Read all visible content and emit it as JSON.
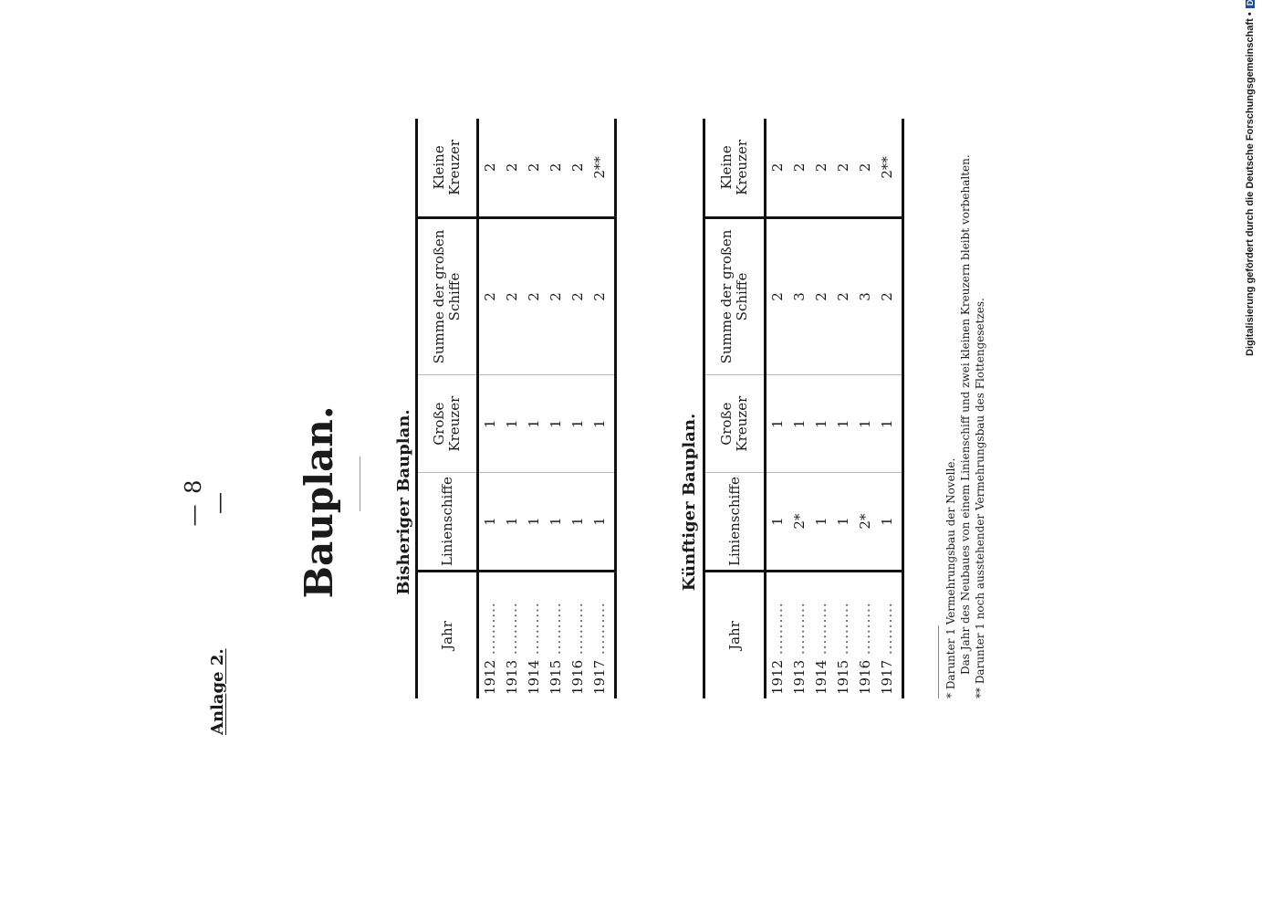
{
  "header": {
    "page_number": "— 8 —",
    "appendix_label": "Anlage 2."
  },
  "title": "Bauplan.",
  "columns": [
    "Jahr",
    "Linienschiffe",
    "Große Kreuzer",
    "Summe der großen Schiffe",
    "Kleine Kreuzer"
  ],
  "tables": [
    {
      "title": "Bisheriger Bauplan.",
      "rows": [
        {
          "year": "1912",
          "linienschiffe": "1",
          "grosse_kreuzer": "1",
          "summe": "2",
          "kleine_kreuzer": "2"
        },
        {
          "year": "1913",
          "linienschiffe": "1",
          "grosse_kreuzer": "1",
          "summe": "2",
          "kleine_kreuzer": "2"
        },
        {
          "year": "1914",
          "linienschiffe": "1",
          "grosse_kreuzer": "1",
          "summe": "2",
          "kleine_kreuzer": "2"
        },
        {
          "year": "1915",
          "linienschiffe": "1",
          "grosse_kreuzer": "1",
          "summe": "2",
          "kleine_kreuzer": "2"
        },
        {
          "year": "1916",
          "linienschiffe": "1",
          "grosse_kreuzer": "1",
          "summe": "2",
          "kleine_kreuzer": "2"
        },
        {
          "year": "1917",
          "linienschiffe": "1",
          "grosse_kreuzer": "1",
          "summe": "2",
          "kleine_kreuzer": "2**"
        }
      ]
    },
    {
      "title": "Künftiger Bauplan.",
      "rows": [
        {
          "year": "1912",
          "linienschiffe": "1",
          "grosse_kreuzer": "1",
          "summe": "2",
          "kleine_kreuzer": "2"
        },
        {
          "year": "1913",
          "linienschiffe": "2*",
          "grosse_kreuzer": "1",
          "summe": "3",
          "kleine_kreuzer": "2"
        },
        {
          "year": "1914",
          "linienschiffe": "1",
          "grosse_kreuzer": "1",
          "summe": "2",
          "kleine_kreuzer": "2"
        },
        {
          "year": "1915",
          "linienschiffe": "1",
          "grosse_kreuzer": "1",
          "summe": "2",
          "kleine_kreuzer": "2"
        },
        {
          "year": "1916",
          "linienschiffe": "2*",
          "grosse_kreuzer": "1",
          "summe": "3",
          "kleine_kreuzer": "2"
        },
        {
          "year": "1917",
          "linienschiffe": "1",
          "grosse_kreuzer": "1",
          "summe": "2",
          "kleine_kreuzer": "2**"
        }
      ]
    }
  ],
  "footnotes": [
    "* Darunter 1 Vermehrungsbau der Novelle.",
    "Das Jahr des Neubaues von einem Linienschiff und zwei kleinen Kreuzern bleibt vorbehalten.",
    "** Darunter 1 noch ausstehender Vermehrungsbau des Flottengesetzes."
  ],
  "credit": "Digitalisierung gefördert durch die Deutsche Forschungsgemeinschaft •",
  "credit_badge": "DFG"
}
